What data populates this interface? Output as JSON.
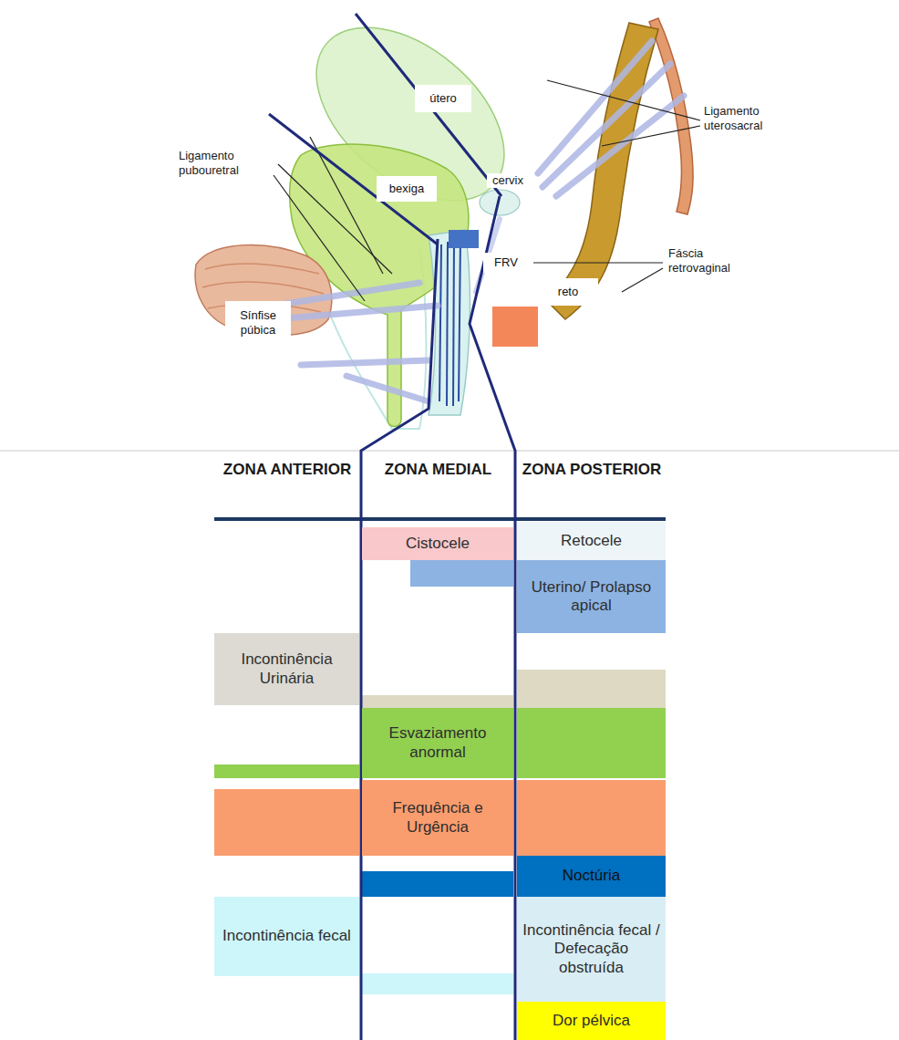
{
  "diagram": {
    "nodes": [
      {
        "text": [
          "útero"
        ]
      },
      {
        "text": [
          "bexiga"
        ]
      },
      {
        "text": [
          "FRV"
        ]
      },
      {
        "text": [
          "reto"
        ]
      },
      {
        "text": [
          "Sínfise púbica"
        ]
      },
      {
        "text": [
          "Cistocele"
        ]
      },
      {
        "text": [
          "Retocele"
        ]
      },
      {
        "text": [
          "Uterino/ Prolapso apical"
        ]
      },
      {
        "text": [
          "Incontinência Urinária"
        ]
      },
      {
        "text": [
          "Esvaziamento anormal"
        ]
      },
      {
        "text": [
          "Frequência e Urgência"
        ]
      },
      {
        "text": [
          "Noctúria"
        ]
      },
      {
        "text": [
          "Incontinência fecal"
        ]
      },
      {
        "text": [
          "Incontinência fecal / Defecação obstruída"
        ]
      },
      {
        "text": [
          "Dor pélvica"
        ]
      }
    ],
    "labels": [
      "Ligamento uterosacral",
      "Ligamento pubouretral",
      "cervix",
      "Fáscia retrovaginal",
      "ZONA ANTERIOR",
      "ZONA MEDIAL",
      "ZONA POSTERIOR"
    ]
  }
}
